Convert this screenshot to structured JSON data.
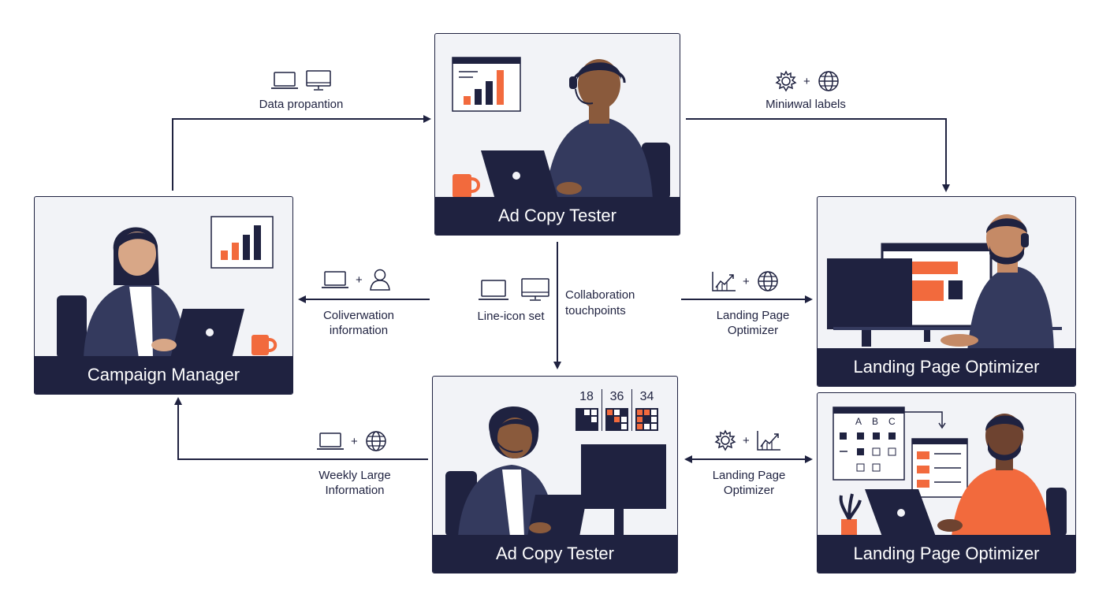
{
  "colors": {
    "navy": "#1f2240",
    "orange": "#f26a3d",
    "panel": "#f2f3f7"
  },
  "cards": {
    "ad_copy_tester_top": {
      "caption": "Ad Copy Tester"
    },
    "campaign_manager": {
      "caption": "Campaign Manager"
    },
    "landing_page_optimizer_top": {
      "caption": "Landing Page Optimizer"
    },
    "ad_copy_tester_bottom": {
      "caption": "Ad Copy Tester",
      "scores": [
        "18",
        "36",
        "34"
      ]
    },
    "landing_page_optimizer_bottom": {
      "caption": "Landing Page Optimizer",
      "table_headers": [
        "A",
        "B",
        "C"
      ]
    }
  },
  "labels": {
    "data_propagation": "Data propantion",
    "minimal_labels": "Miniиwal labels",
    "conversation_info_line1": "Coliverwation",
    "conversation_info_line2": "information",
    "line_icon_set": "Line-icon set",
    "collaboration_line1": "Collaboration",
    "collaboration_line2": "touchpoints",
    "lpo_mid_line1": "Landing Page",
    "lpo_mid_line2": "Optimizer",
    "weekly_line1": "Weekly Large",
    "weekly_line2": "Information",
    "lpo_low_line1": "Landing Page",
    "lpo_low_line2": "Optimizer",
    "plus": "+"
  },
  "icons": {
    "data_propagation": [
      "laptop-icon",
      "monitor-icon"
    ],
    "minimal_labels": [
      "gear-icon",
      "globe-icon"
    ],
    "conversation_info": [
      "laptop-icon",
      "user-icon"
    ],
    "line_icon_set": [
      "laptop-icon",
      "monitor-icon"
    ],
    "lpo_mid": [
      "chart-icon",
      "globe-icon"
    ],
    "weekly": [
      "laptop-icon",
      "globe-icon"
    ],
    "lpo_low": [
      "gear-icon",
      "chart-icon"
    ]
  }
}
